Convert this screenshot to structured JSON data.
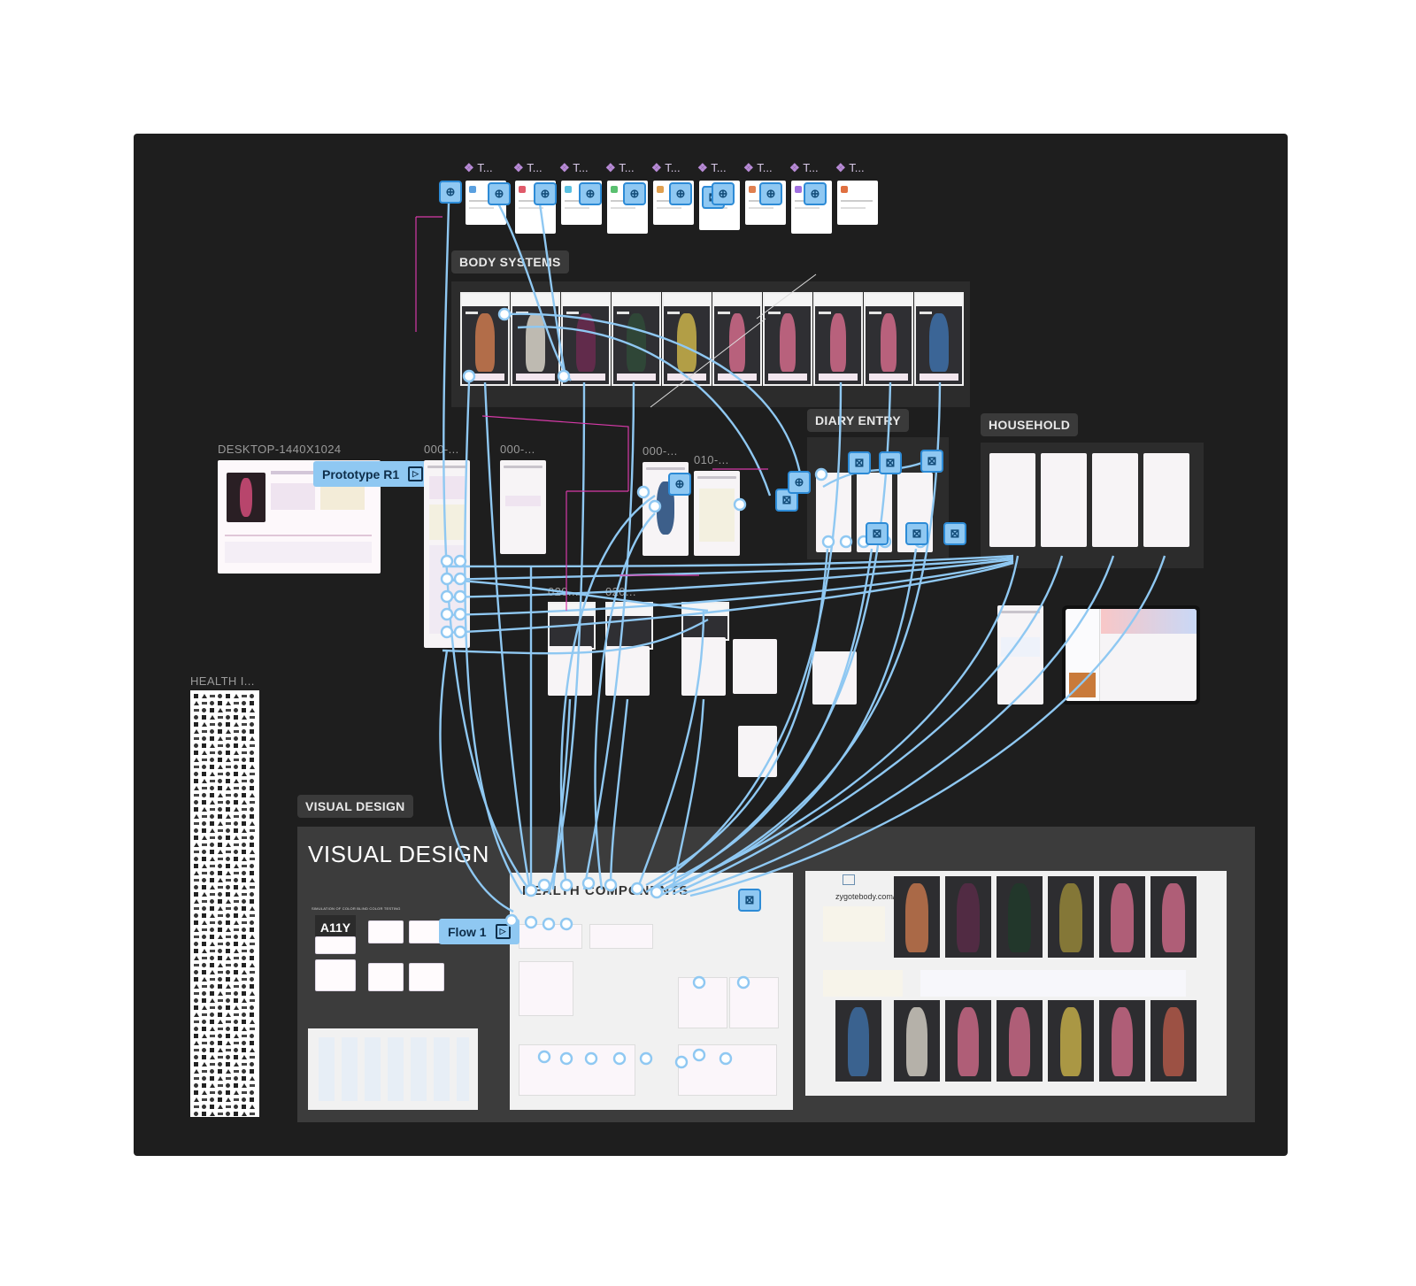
{
  "sections": {
    "body_systems": "BODY SYSTEMS",
    "diary_entry": "DIARY ENTRY",
    "household": "HOUSEHOLD",
    "visual_design_tag": "VISUAL DESIGN",
    "visual_design_title": "VISUAL DESIGN"
  },
  "frame_labels": {
    "desktop": "DESKTOP-1440X1024",
    "f000a": "000-...",
    "f000b": "000-...",
    "f000c": "000-...",
    "f010": "010-...",
    "f020a": "020...",
    "f020b": "020...",
    "health_icons": "HEALTH I..."
  },
  "flows": {
    "prototype": "Prototype R1",
    "flow1": "Flow 1"
  },
  "components": [
    "T...",
    "T...",
    "T...",
    "T...",
    "T...",
    "T...",
    "T...",
    "T...",
    "T..."
  ],
  "a11y_label": "A11Y",
  "a11y_caption": "SIMULATION OF COLOR BLIND COLOR TESTING",
  "component_panel_title": "HEALTH COMPONENTS",
  "zygote_url": "zygotebody.com/",
  "colors": {
    "canvas": "#1e1e1e",
    "wire": "#8fc8f2",
    "wire_dark": "#2d8bd6",
    "magenta": "#d63aa8",
    "component_purple": "#b98bd8"
  }
}
